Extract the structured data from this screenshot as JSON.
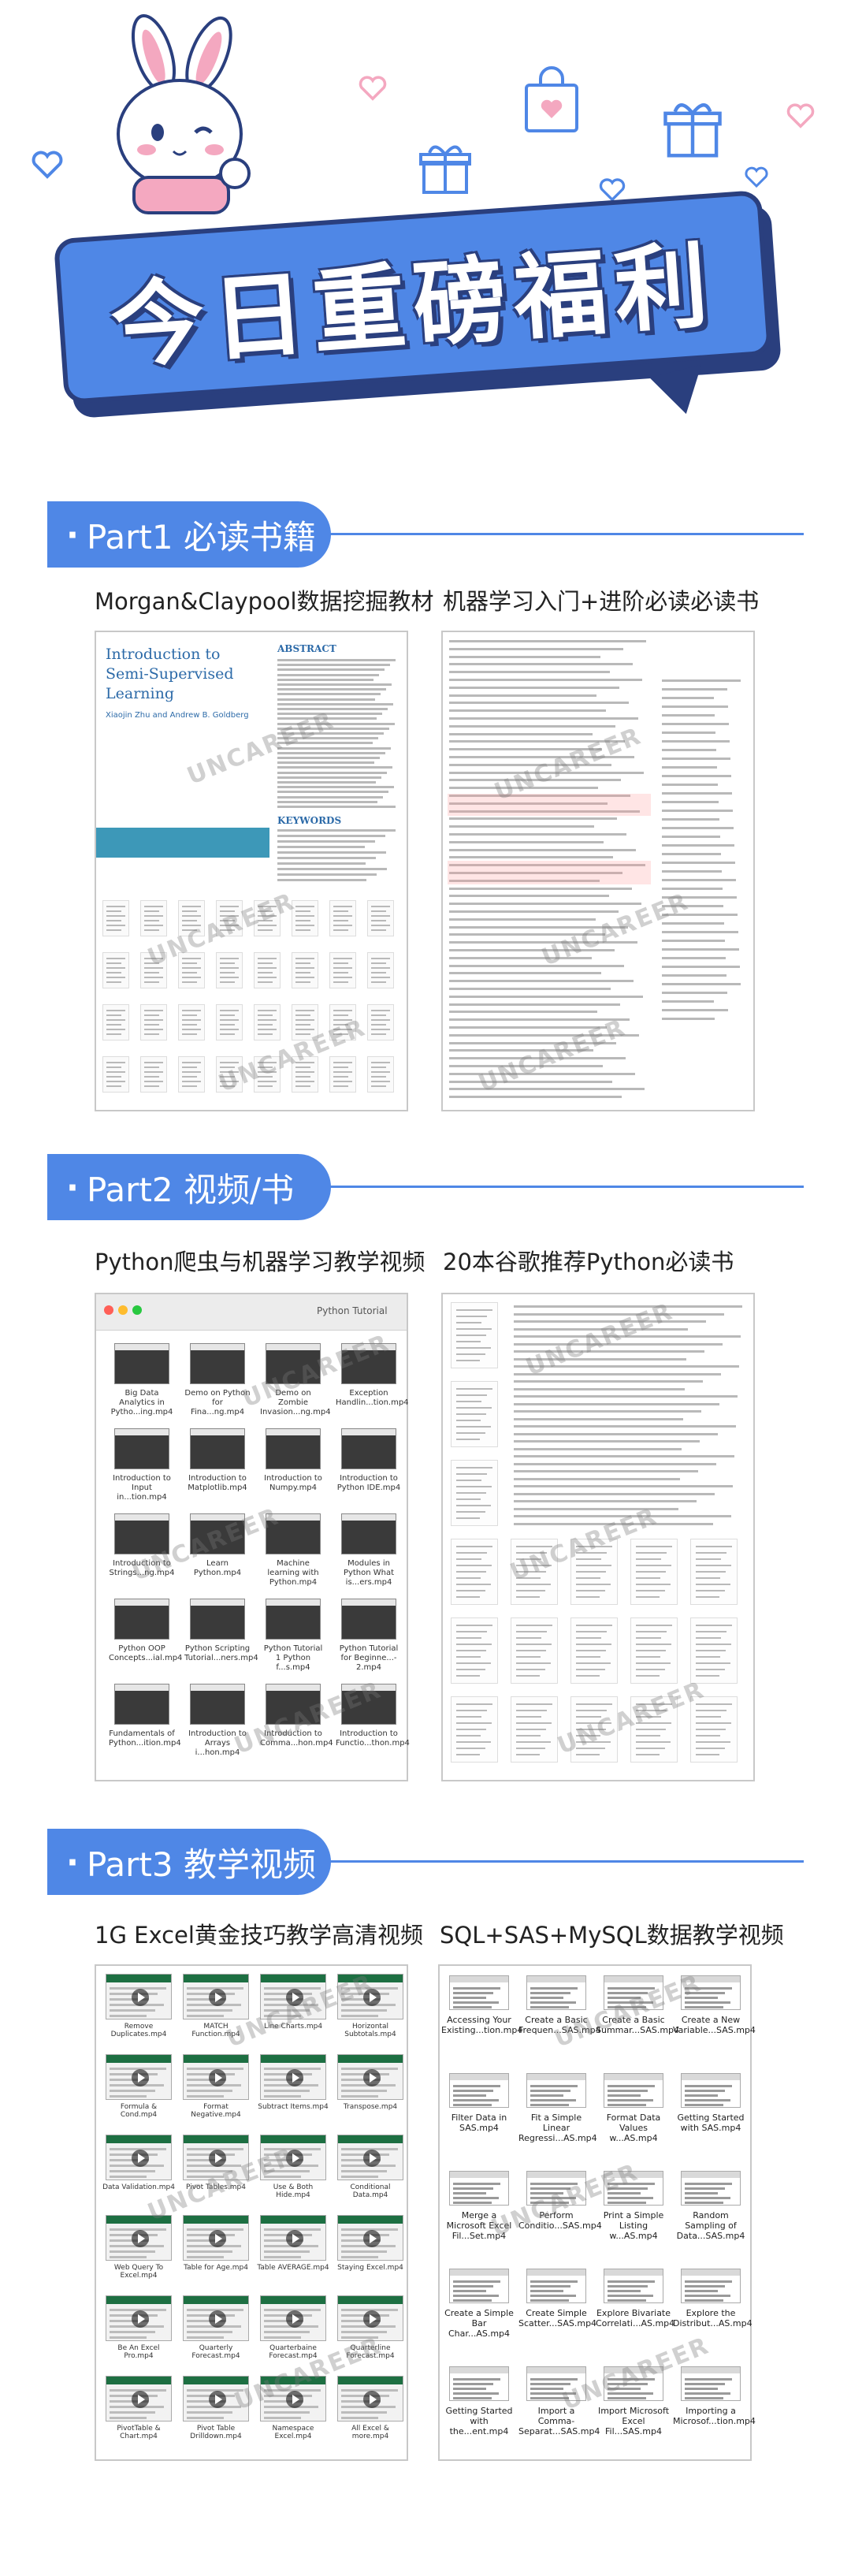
{
  "header": {
    "title": "今日重磅福利",
    "colors": {
      "accent": "#4f87e6",
      "outline": "#2a3f7e",
      "pink": "#f4a8c0"
    }
  },
  "sections": [
    {
      "label": "Part1 必读书籍",
      "captions": [
        "Morgan&Claypool数据挖掘教材",
        "机器学习入门+进阶必读必读书"
      ]
    },
    {
      "label": "Part2 视频/书",
      "captions": [
        "Python爬虫与机器学习教学视频",
        "20本谷歌推荐Python必读书"
      ]
    },
    {
      "label": "Part3 教学视频",
      "captions": [
        "1G Excel黄金技巧教学高清视频",
        "SQL+SAS+MySQL数据教学视频"
      ]
    }
  ],
  "watermark": "UNCAREER",
  "book1": {
    "title": "Introduction to Semi-Supervised Learning",
    "authors": "Xiaojin Zhu and Andrew B. Goldberg",
    "abstract_heading": "ABSTRACT",
    "keywords_heading": "KEYWORDS"
  },
  "python_videos": {
    "folder": "Python Tutorial",
    "files": [
      "Big Data Analytics in Pytho...ing.mp4",
      "Demo on Python for Fina...ng.mp4",
      "Demo on Zombie Invasion...ng.mp4",
      "Exception Handlin...tion.mp4",
      "Introduction to Input in...tion.mp4",
      "Introduction to Matplotlib.mp4",
      "Introduction to Numpy.mp4",
      "Introduction to Python IDE.mp4",
      "Introduction to Strings...ng.mp4",
      "Learn Python.mp4",
      "Machine learning with Python.mp4",
      "Modules in Python What is...ers.mp4",
      "Python OOP Concepts...ial.mp4",
      "Python Scripting Tutorial...ners.mp4",
      "Python Tutorial 1 Python f...s.mp4",
      "Python Tutorial for Beginne...- 2.mp4",
      "Fundamentals of Python...ition.mp4",
      "Introduction to Arrays i...hon.mp4",
      "Introduction to Comma...hon.mp4",
      "Introduction to Functio...thon.mp4"
    ]
  },
  "excel_videos": {
    "files": [
      "Remove Duplicates.mp4",
      "MATCH Function.mp4",
      "Line Charts.mp4",
      "Horizontal Subtotals.mp4",
      "Formula & Cond.mp4",
      "Format Negative.mp4",
      "Subtract Items.mp4",
      "Transpose.mp4",
      "Data Validation.mp4",
      "Pivot Tables.mp4",
      "Use & Both Hide.mp4",
      "Conditional Data.mp4",
      "Web Query To Excel.mp4",
      "Table for Age.mp4",
      "Table AVERAGE.mp4",
      "Staying Excel.mp4",
      "Be An Excel Pro.mp4",
      "Quarterly Forecast.mp4",
      "Quarterbaine Forecast.mp4",
      "Quarterline Forecast.mp4",
      "PivotTable & Chart.mp4",
      "Pivot Table Drilldown.mp4",
      "Namespace Excel.mp4",
      "All Excel & more.mp4"
    ]
  },
  "sql_videos": {
    "files": [
      "Accessing Your Existing...tion.mp4",
      "Create a Basic Frequen...SAS.mp4",
      "Create a Basic Summar...SAS.mp4",
      "Create a New Variable...SAS.mp4",
      "Filter Data in SAS.mp4",
      "Fit a Simple Linear Regressi...AS.mp4",
      "Format Data Values w...AS.mp4",
      "Getting Started with SAS.mp4",
      "Merge a Microsoft Excel Fil...Set.mp4",
      "Perform Conditio...SAS.mp4",
      "Print a Simple Listing w...AS.mp4",
      "Random Sampling of Data...SAS.mp4",
      "Create a Simple Bar Char...AS.mp4",
      "Create Simple Scatter...SAS.mp4",
      "Explore Bivariate Correlati...AS.mp4",
      "Explore the Distribut...AS.mp4",
      "Getting Started with the...ent.mp4",
      "Import a Comma-Separat...SAS.mp4",
      "Import Microsoft Excel Fil...SAS.mp4",
      "Importing a Microsof...tion.mp4"
    ]
  }
}
